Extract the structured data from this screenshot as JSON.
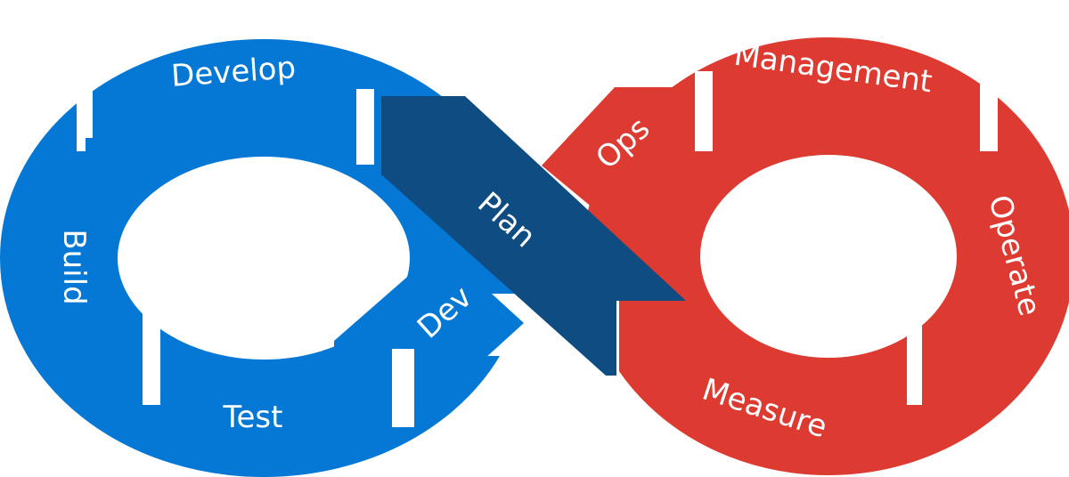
{
  "colors": {
    "dev_blue": "#0478D4",
    "plan_blue": "#0F4C81",
    "ops_red": "#DD3A31"
  },
  "labels": {
    "develop": "Develop",
    "build": "Build",
    "test": "Test",
    "dev": "Dev",
    "plan": "Plan",
    "ops": "Ops",
    "management": "Management",
    "operate": "Operate",
    "measure": "Measure"
  }
}
